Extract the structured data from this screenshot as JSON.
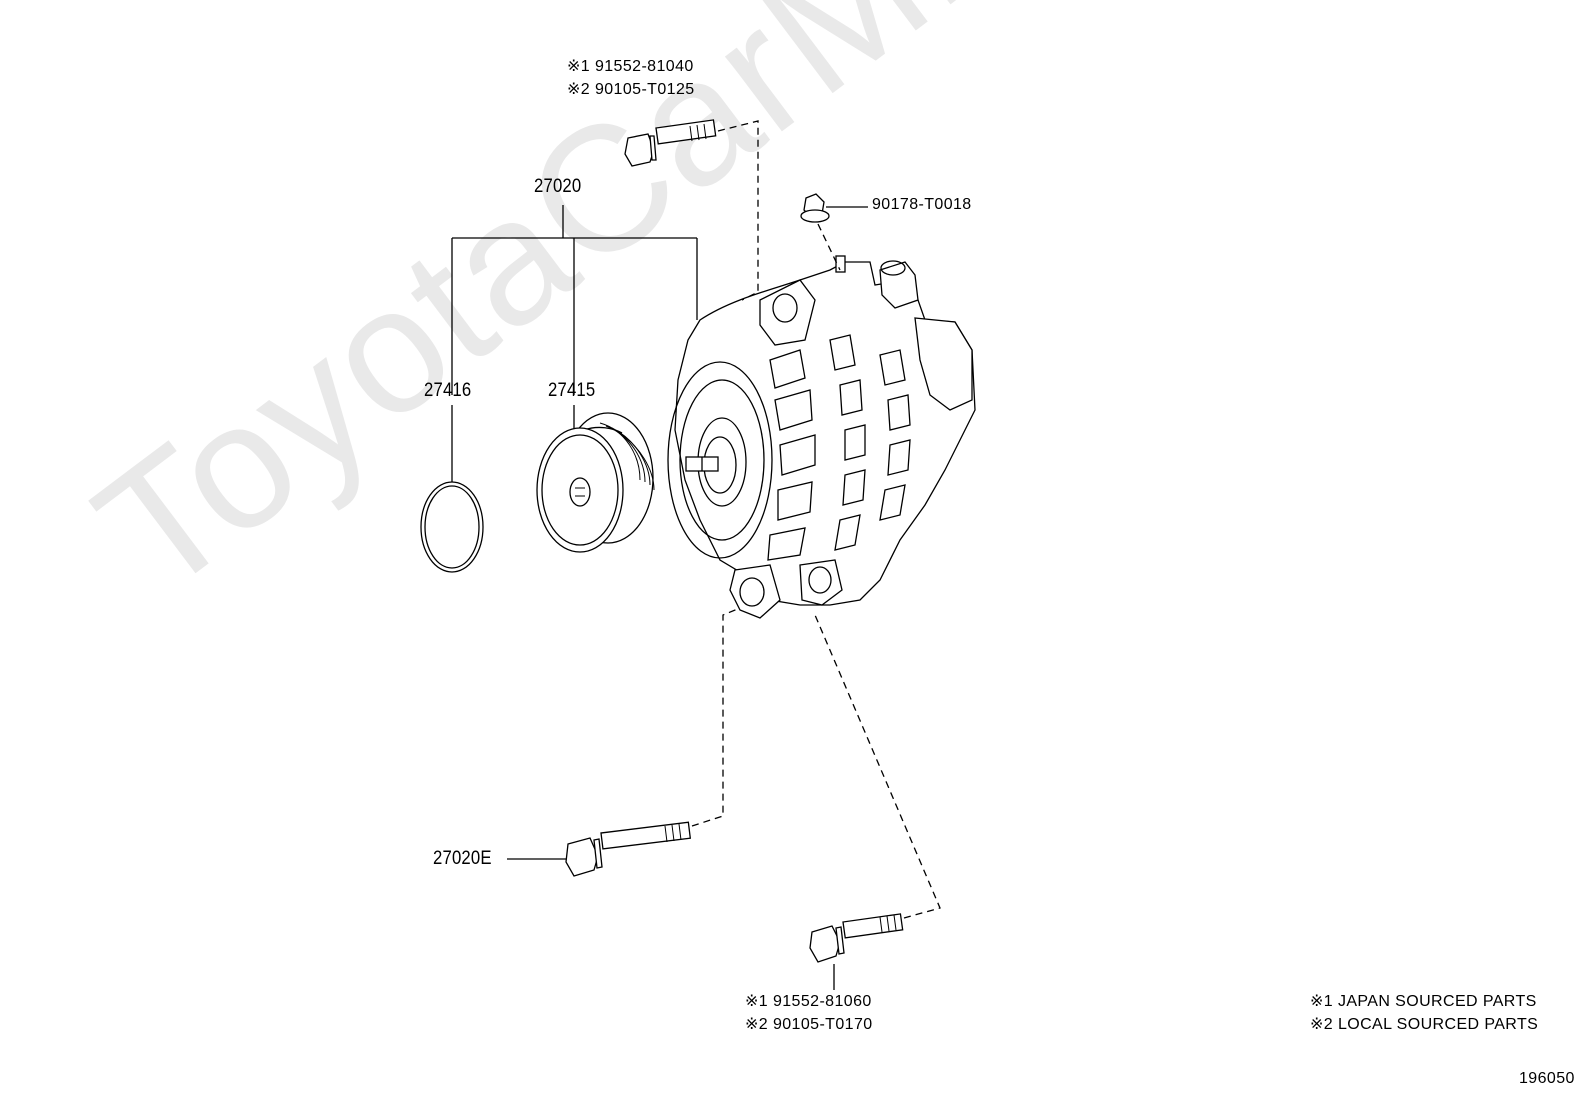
{
  "watermark": "ToyotaCarMine.ru",
  "labels": {
    "assembly": "27020",
    "snap_ring": "27416",
    "pulley": "27415",
    "bolt_long": "27020E",
    "nut": "90178-T0018"
  },
  "top_bolt": {
    "line1": "※1 91552-81040",
    "line2": "※2 90105-T0125"
  },
  "bottom_bolt": {
    "line1": "※1 91552-81060",
    "line2": "※2 90105-T0170"
  },
  "legend": {
    "line1": "※1 JAPAN SOURCED PARTS",
    "line2": "※2 LOCAL SOURCED PARTS"
  },
  "figure_number": "196050"
}
